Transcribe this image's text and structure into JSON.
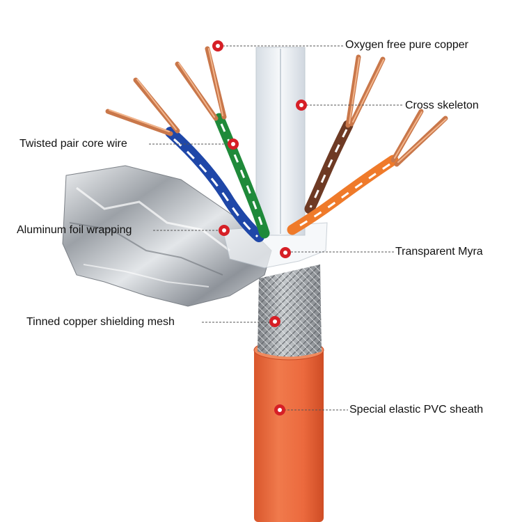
{
  "callouts": [
    {
      "id": "oxygen_free_copper",
      "text": "Oxygen free pure copper"
    },
    {
      "id": "cross_skeleton",
      "text": "Cross skeleton"
    },
    {
      "id": "twisted_pair",
      "text": "Twisted pair core wire"
    },
    {
      "id": "aluminum_foil",
      "text": "Aluminum foil wrapping"
    },
    {
      "id": "transparent_myra",
      "text": "Transparent Myra"
    },
    {
      "id": "tinned_copper_mesh",
      "text": "Tinned copper shielding mesh"
    },
    {
      "id": "pvc_sheath",
      "text": "Special elastic PVC sheath"
    }
  ],
  "colors": {
    "sheath": "#ec6a3e",
    "sheath_shadow": "#d9562c",
    "copper": "#c9774a",
    "marker": "#d61f26",
    "pair_blue": "#1f47a8",
    "pair_green": "#1f8a3a",
    "pair_brown": "#6e3a24",
    "pair_orange": "#ef7a2a",
    "skeleton": "#e9eef3",
    "foil": "#c8ccd1",
    "mesh": "#9ea2a6"
  }
}
